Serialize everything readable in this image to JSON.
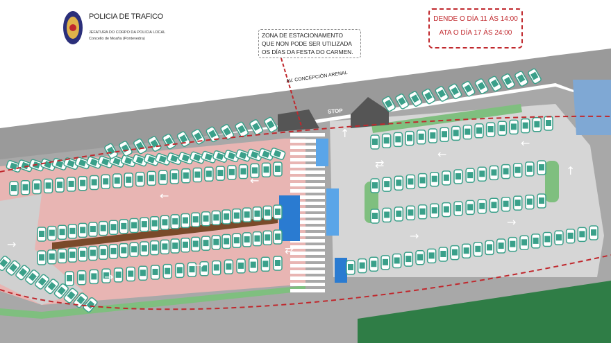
{
  "header": {
    "title": "POLICIA DE TRAFICO",
    "subtitle_1": "JEFATURA DO CORPO DA POLICIA LOCAL",
    "subtitle_2": "Concello de Moaña (Pontevedra)"
  },
  "note": {
    "line_1": "ZONA DE ESTACIONAMENTO",
    "line_2": "QUE NON PODE SER UTILIZADA",
    "line_3": "OS DÍAS   DA FESTA DO CARMEN."
  },
  "dates": {
    "from": "DENDE O DÍA 11 ÁS 14:00",
    "to": "ATA O DÍA 17 ÁS 24:00"
  },
  "map": {
    "street_name": "AV. CONCEPCIÓN ARENAL",
    "stop_label": "STOP"
  },
  "colors": {
    "road": "#9a9a9a",
    "lot_left": "#e8b5b3",
    "lot_right": "#d9d9d9",
    "green": "#7fbf7f",
    "accent_red": "#c0282d",
    "car": "#3aa08a"
  }
}
